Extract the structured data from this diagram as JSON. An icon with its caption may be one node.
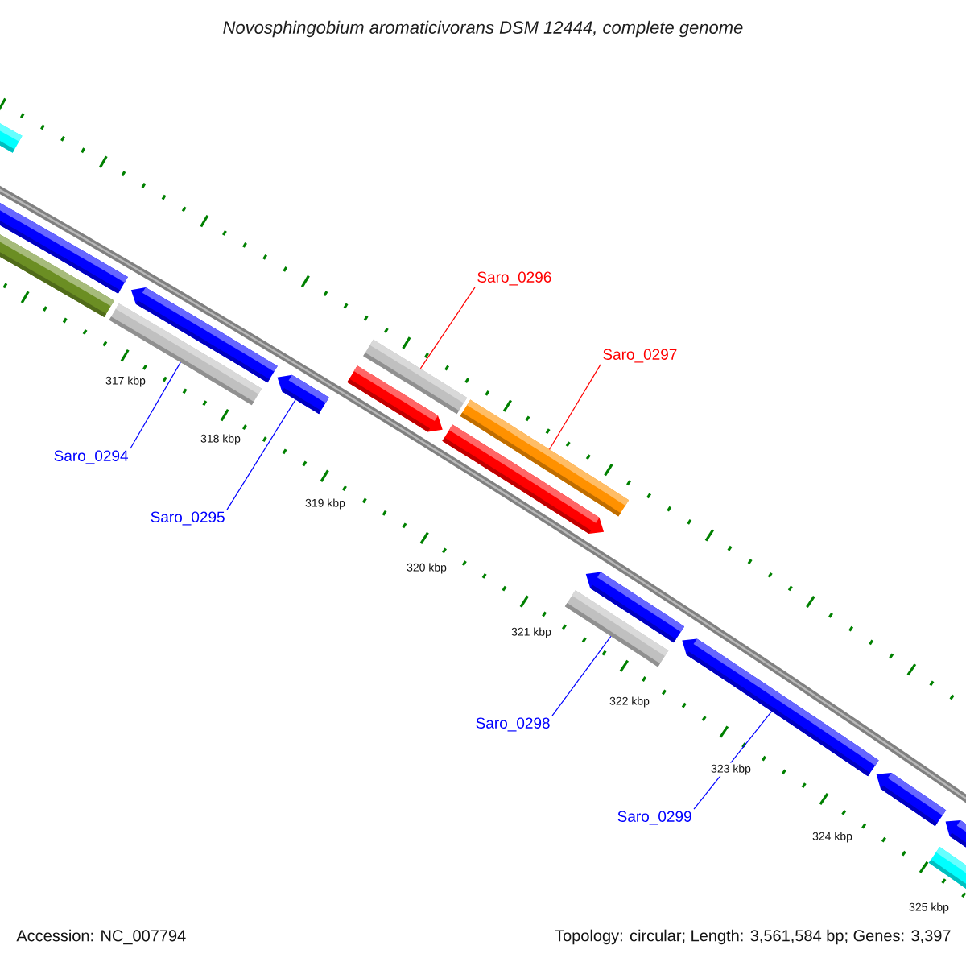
{
  "diagram": {
    "title": "Novosphingobium aromaticivorans DSM 12444, complete genome",
    "nodes": [
      {
        "text": [],
        "shape": "bar"
      },
      {
        "text": [],
        "shape": "bar"
      },
      {
        "text": [],
        "shape": "bar"
      },
      {
        "text": [],
        "shape": "bar"
      },
      {
        "text": [],
        "shape": "bar"
      },
      {
        "text": [],
        "shape": "bar"
      },
      {
        "text": [],
        "shape": "bar"
      },
      {
        "text": [],
        "shape": "bar"
      },
      {
        "text": [],
        "shape": "bar"
      },
      {
        "text": [],
        "shape": "bar"
      },
      {
        "text": [],
        "shape": "bar"
      },
      {
        "text": [],
        "shape": "bar"
      },
      {
        "text": [],
        "shape": "bar"
      },
      {
        "text": [],
        "shape": "bar"
      },
      {
        "text": [],
        "shape": "bar"
      },
      {
        "text": [],
        "shape": "bar"
      },
      {
        "text": [
          "Saro_0296"
        ]
      },
      {
        "text": [
          "Saro_0297"
        ]
      },
      {
        "text": [
          "Saro_0294"
        ]
      },
      {
        "text": [
          "Saro_0295"
        ]
      },
      {
        "text": [
          "Saro_0298"
        ]
      },
      {
        "text": [
          "Saro_0299"
        ]
      }
    ],
    "edges": [
      {
        "from": 16,
        "to": 6,
        "arrow": "none",
        "color": "#ff0000"
      },
      {
        "from": 17,
        "to": 8,
        "arrow": "none",
        "color": "#ff0000"
      },
      {
        "from": 18,
        "to": 4,
        "arrow": "none"
      },
      {
        "from": 19,
        "to": 5,
        "arrow": "none"
      },
      {
        "from": 20,
        "to": 11,
        "arrow": "none"
      },
      {
        "from": 21,
        "to": 12,
        "arrow": "none"
      }
    ],
    "labels": [
      "317 kbp",
      "318 kbp",
      "319 kbp",
      "320 kbp",
      "321 kbp",
      "322 kbp",
      "323 kbp",
      "324 kbp",
      "325 kbp",
      "Accession: NC_007794",
      "Topology: circular; Length: 3,561,584 bp; Genes: 3,397"
    ]
  }
}
